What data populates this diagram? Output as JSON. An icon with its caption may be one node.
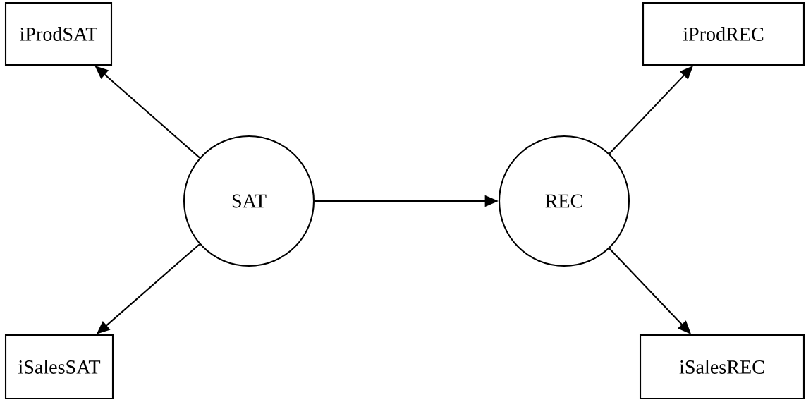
{
  "diagram": {
    "nodes": [
      {
        "text": [
          "iProdSAT"
        ]
      },
      {
        "text": [
          "iSalesSAT"
        ]
      },
      {
        "text": [
          "SAT"
        ]
      },
      {
        "text": [
          "REC"
        ]
      },
      {
        "text": [
          "iProdREC"
        ]
      },
      {
        "text": [
          "iSalesREC"
        ]
      }
    ],
    "edges": [
      {
        "from": 2,
        "to": 0,
        "arrow": "to"
      },
      {
        "from": 2,
        "to": 1,
        "arrow": "to"
      },
      {
        "from": 2,
        "to": 3,
        "arrow": "to"
      },
      {
        "from": 3,
        "to": 4,
        "arrow": "to"
      },
      {
        "from": 3,
        "to": 5,
        "arrow": "to"
      }
    ]
  }
}
